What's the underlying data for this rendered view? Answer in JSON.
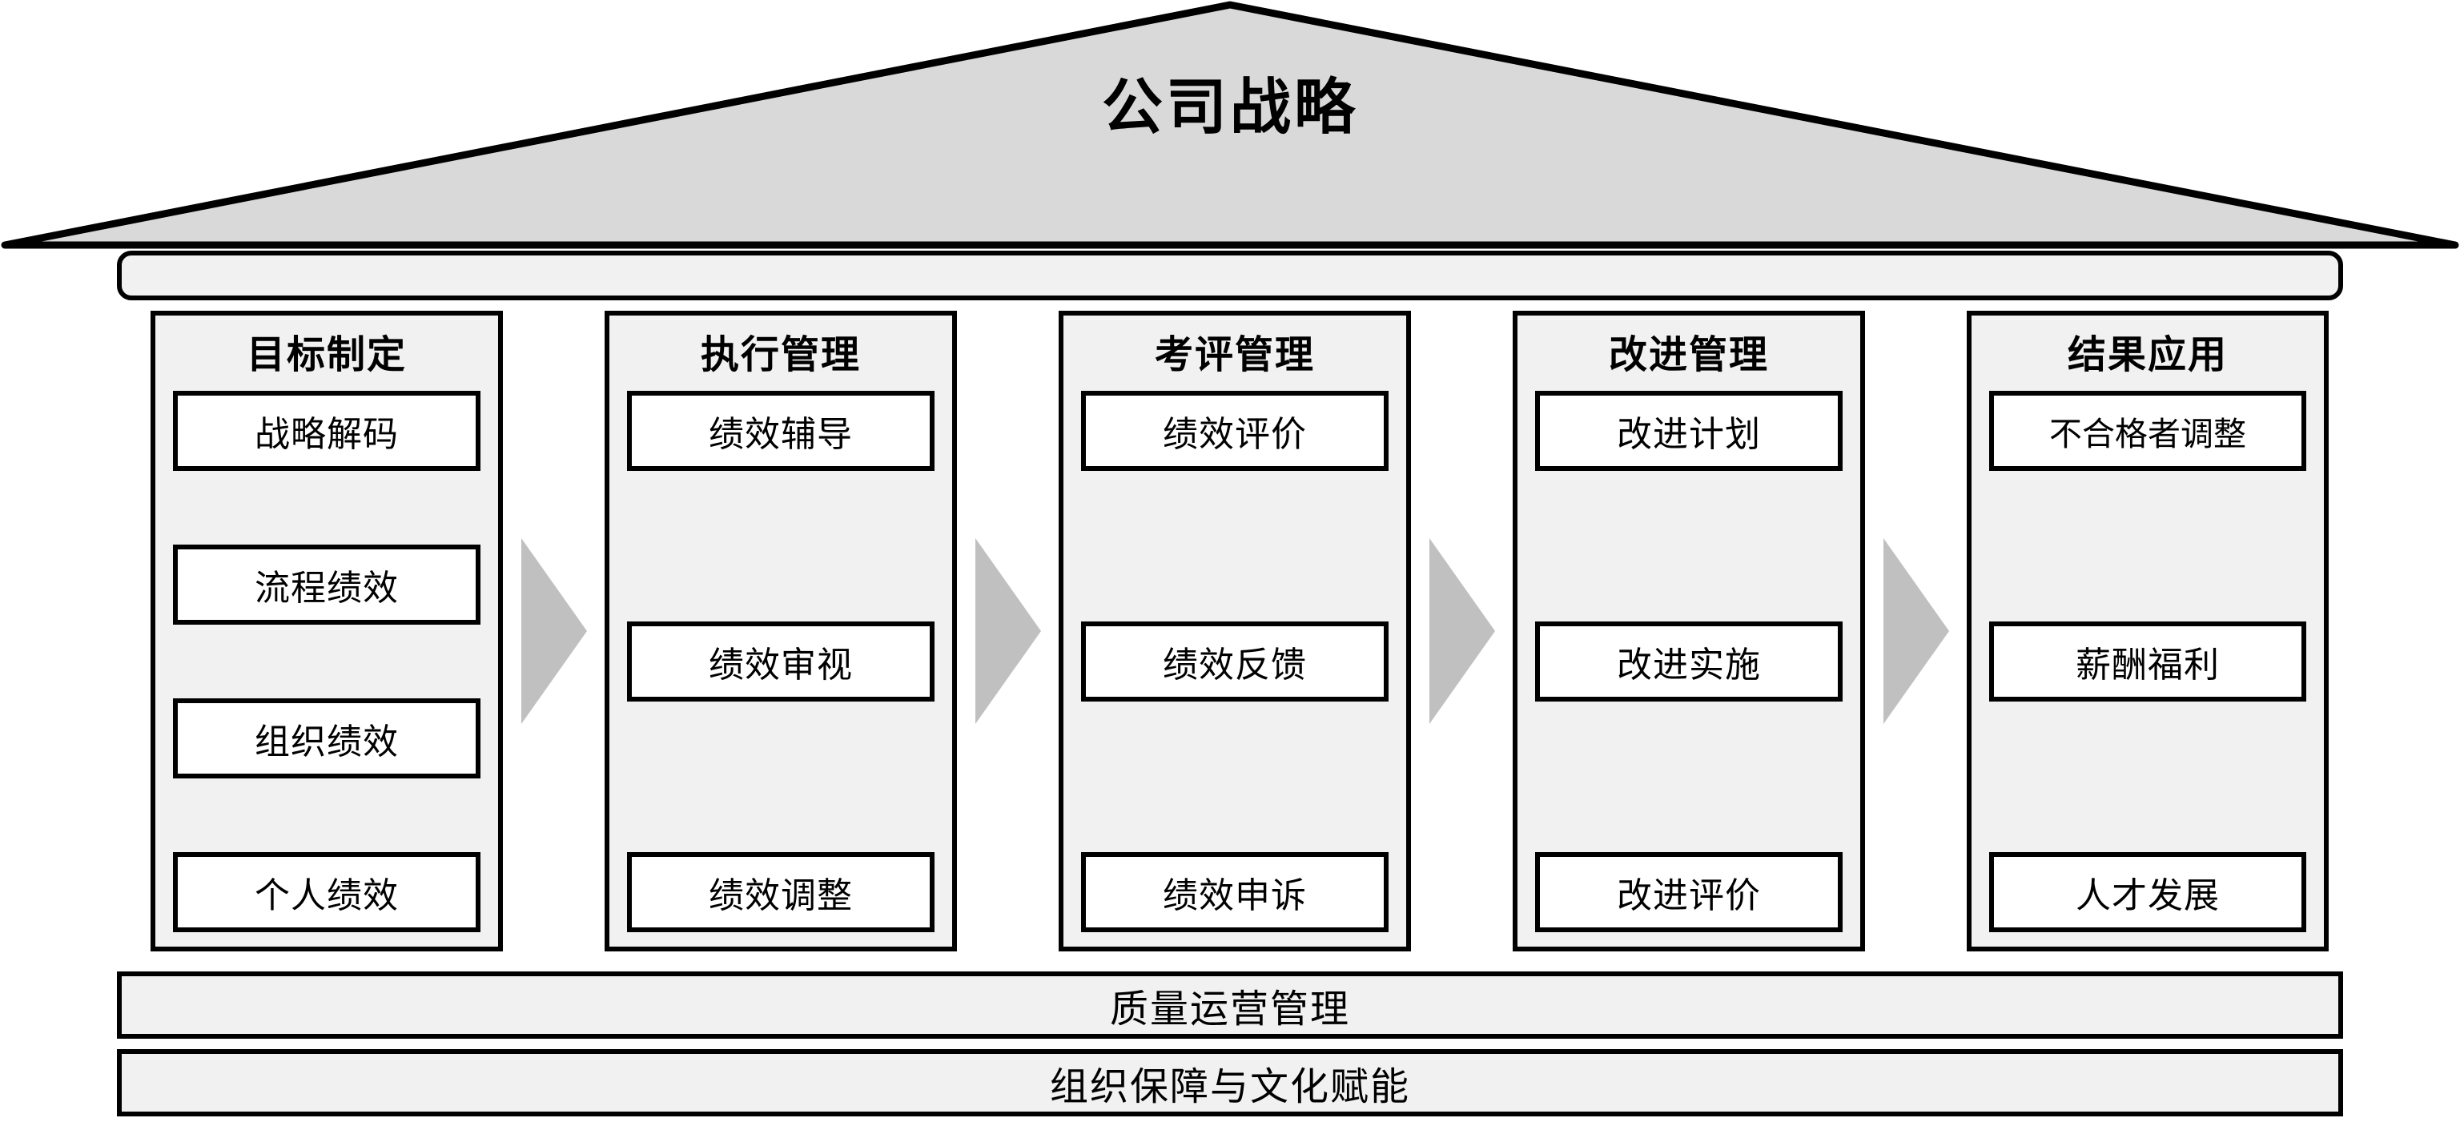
{
  "roof": {
    "title": "公司战略"
  },
  "top_band": {
    "label": ""
  },
  "pillars": [
    {
      "title": "目标制定",
      "items": [
        "战略解码",
        "流程绩效",
        "组织绩效",
        "个人绩效"
      ]
    },
    {
      "title": "执行管理",
      "items": [
        "绩效辅导",
        "绩效审视",
        "绩效调整"
      ]
    },
    {
      "title": "考评管理",
      "items": [
        "绩效评价",
        "绩效反馈",
        "绩效申诉"
      ]
    },
    {
      "title": "改进管理",
      "items": [
        "改进计划",
        "改进实施",
        "改进评价"
      ]
    },
    {
      "title": "结果应用",
      "items": [
        "不合格者调整",
        "薪酬福利",
        "人才发展"
      ]
    }
  ],
  "arrows": [
    {
      "name": "arrow-1"
    },
    {
      "name": "arrow-2"
    },
    {
      "name": "arrow-3"
    },
    {
      "name": "arrow-4"
    }
  ],
  "foundations": [
    {
      "label": "质量运营管理"
    },
    {
      "label": "组织保障与文化赋能"
    }
  ],
  "colors": {
    "roof_fill": "#d9d9d9",
    "panel_fill": "#f1f1f1",
    "box_fill": "#ffffff",
    "arrow_fill": "#c0c0c0",
    "stroke": "#000000",
    "background": "#ffffff"
  }
}
